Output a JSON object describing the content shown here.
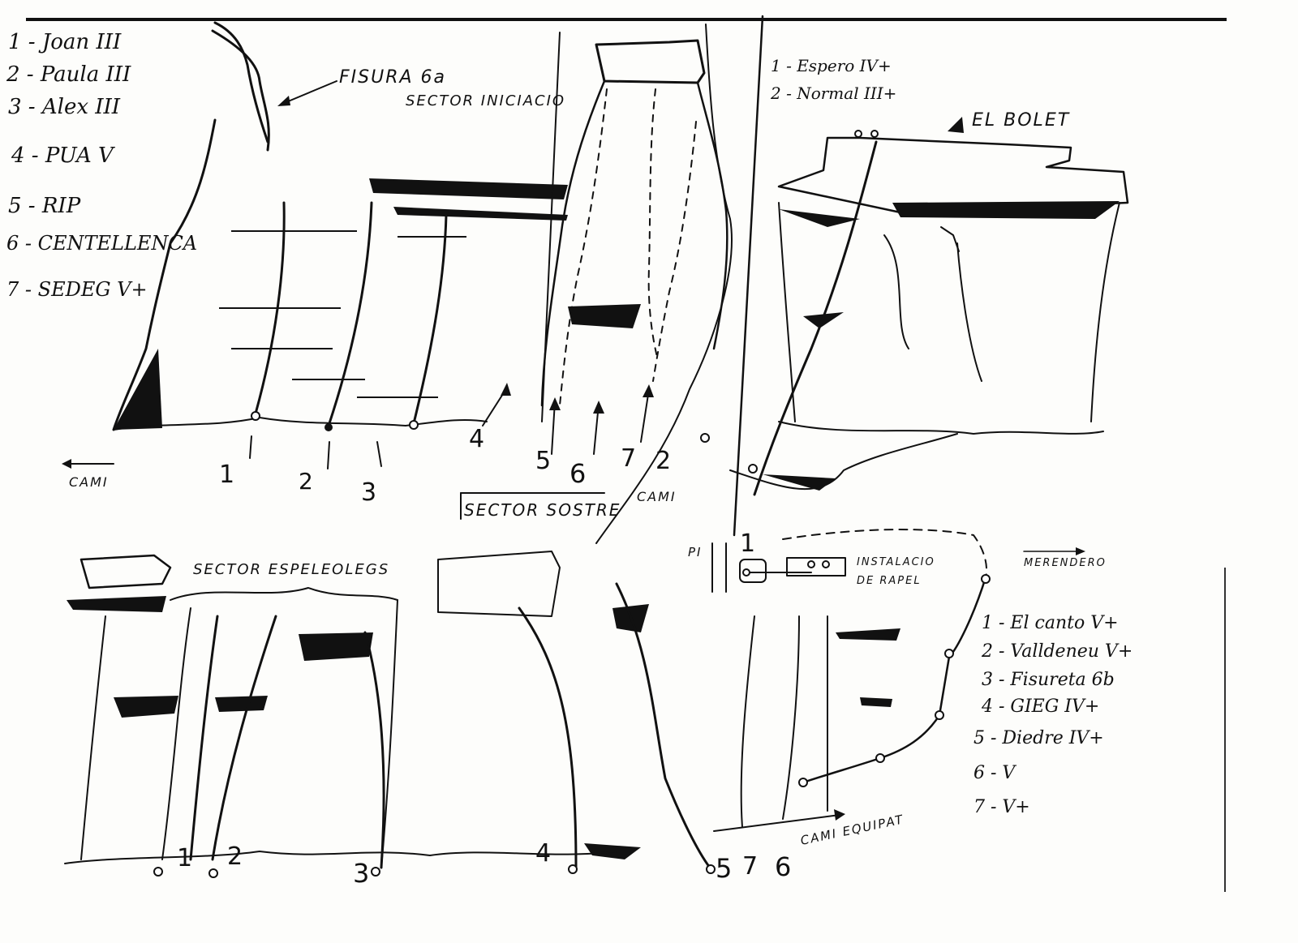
{
  "legend_left": [
    "1 - Joan III",
    "2 - Paula III",
    "3 - Alex III",
    "4 - PUA V",
    "5 - RIP",
    "6 - CENTELLENCA",
    "7 - SEDEG V+"
  ],
  "legend_top_right": [
    "1 - Espero IV+",
    "2 - Normal III+"
  ],
  "legend_bottom_right": [
    "1 - El canto V+",
    "2 - Valldeneu V+",
    "3 - Fisureta 6b",
    "4 - GIEG IV+",
    "5 - Diedre IV+",
    "6 - V",
    "7 - V+"
  ],
  "labels": {
    "fisura": "FISURA 6a",
    "sector_iniciacio": "SECTOR INICIACIO",
    "el_bolet": "EL BOLET",
    "cami_left": "CAMI",
    "sector_sostre": "SECTOR SOSTRE",
    "cami_center": "CAMI",
    "sector_espeleolegs": "SECTOR ESPELEOLEGS",
    "pi": "PI",
    "instalacio_1": "INSTALACIO",
    "instalacio_2": "DE RAPEL",
    "merendero": "MERENDERO",
    "cami_equipat": "CAMI EQUIPAT"
  },
  "route_numbers_top": [
    "1",
    "2",
    "3",
    "4",
    "5",
    "6",
    "7",
    "2",
    "1"
  ],
  "route_numbers_bottom": [
    "1",
    "2",
    "3",
    "4",
    "5",
    "7",
    "6"
  ],
  "icons": [
    "arrow-icon",
    "lower-off-icon",
    "bolt-icon"
  ]
}
